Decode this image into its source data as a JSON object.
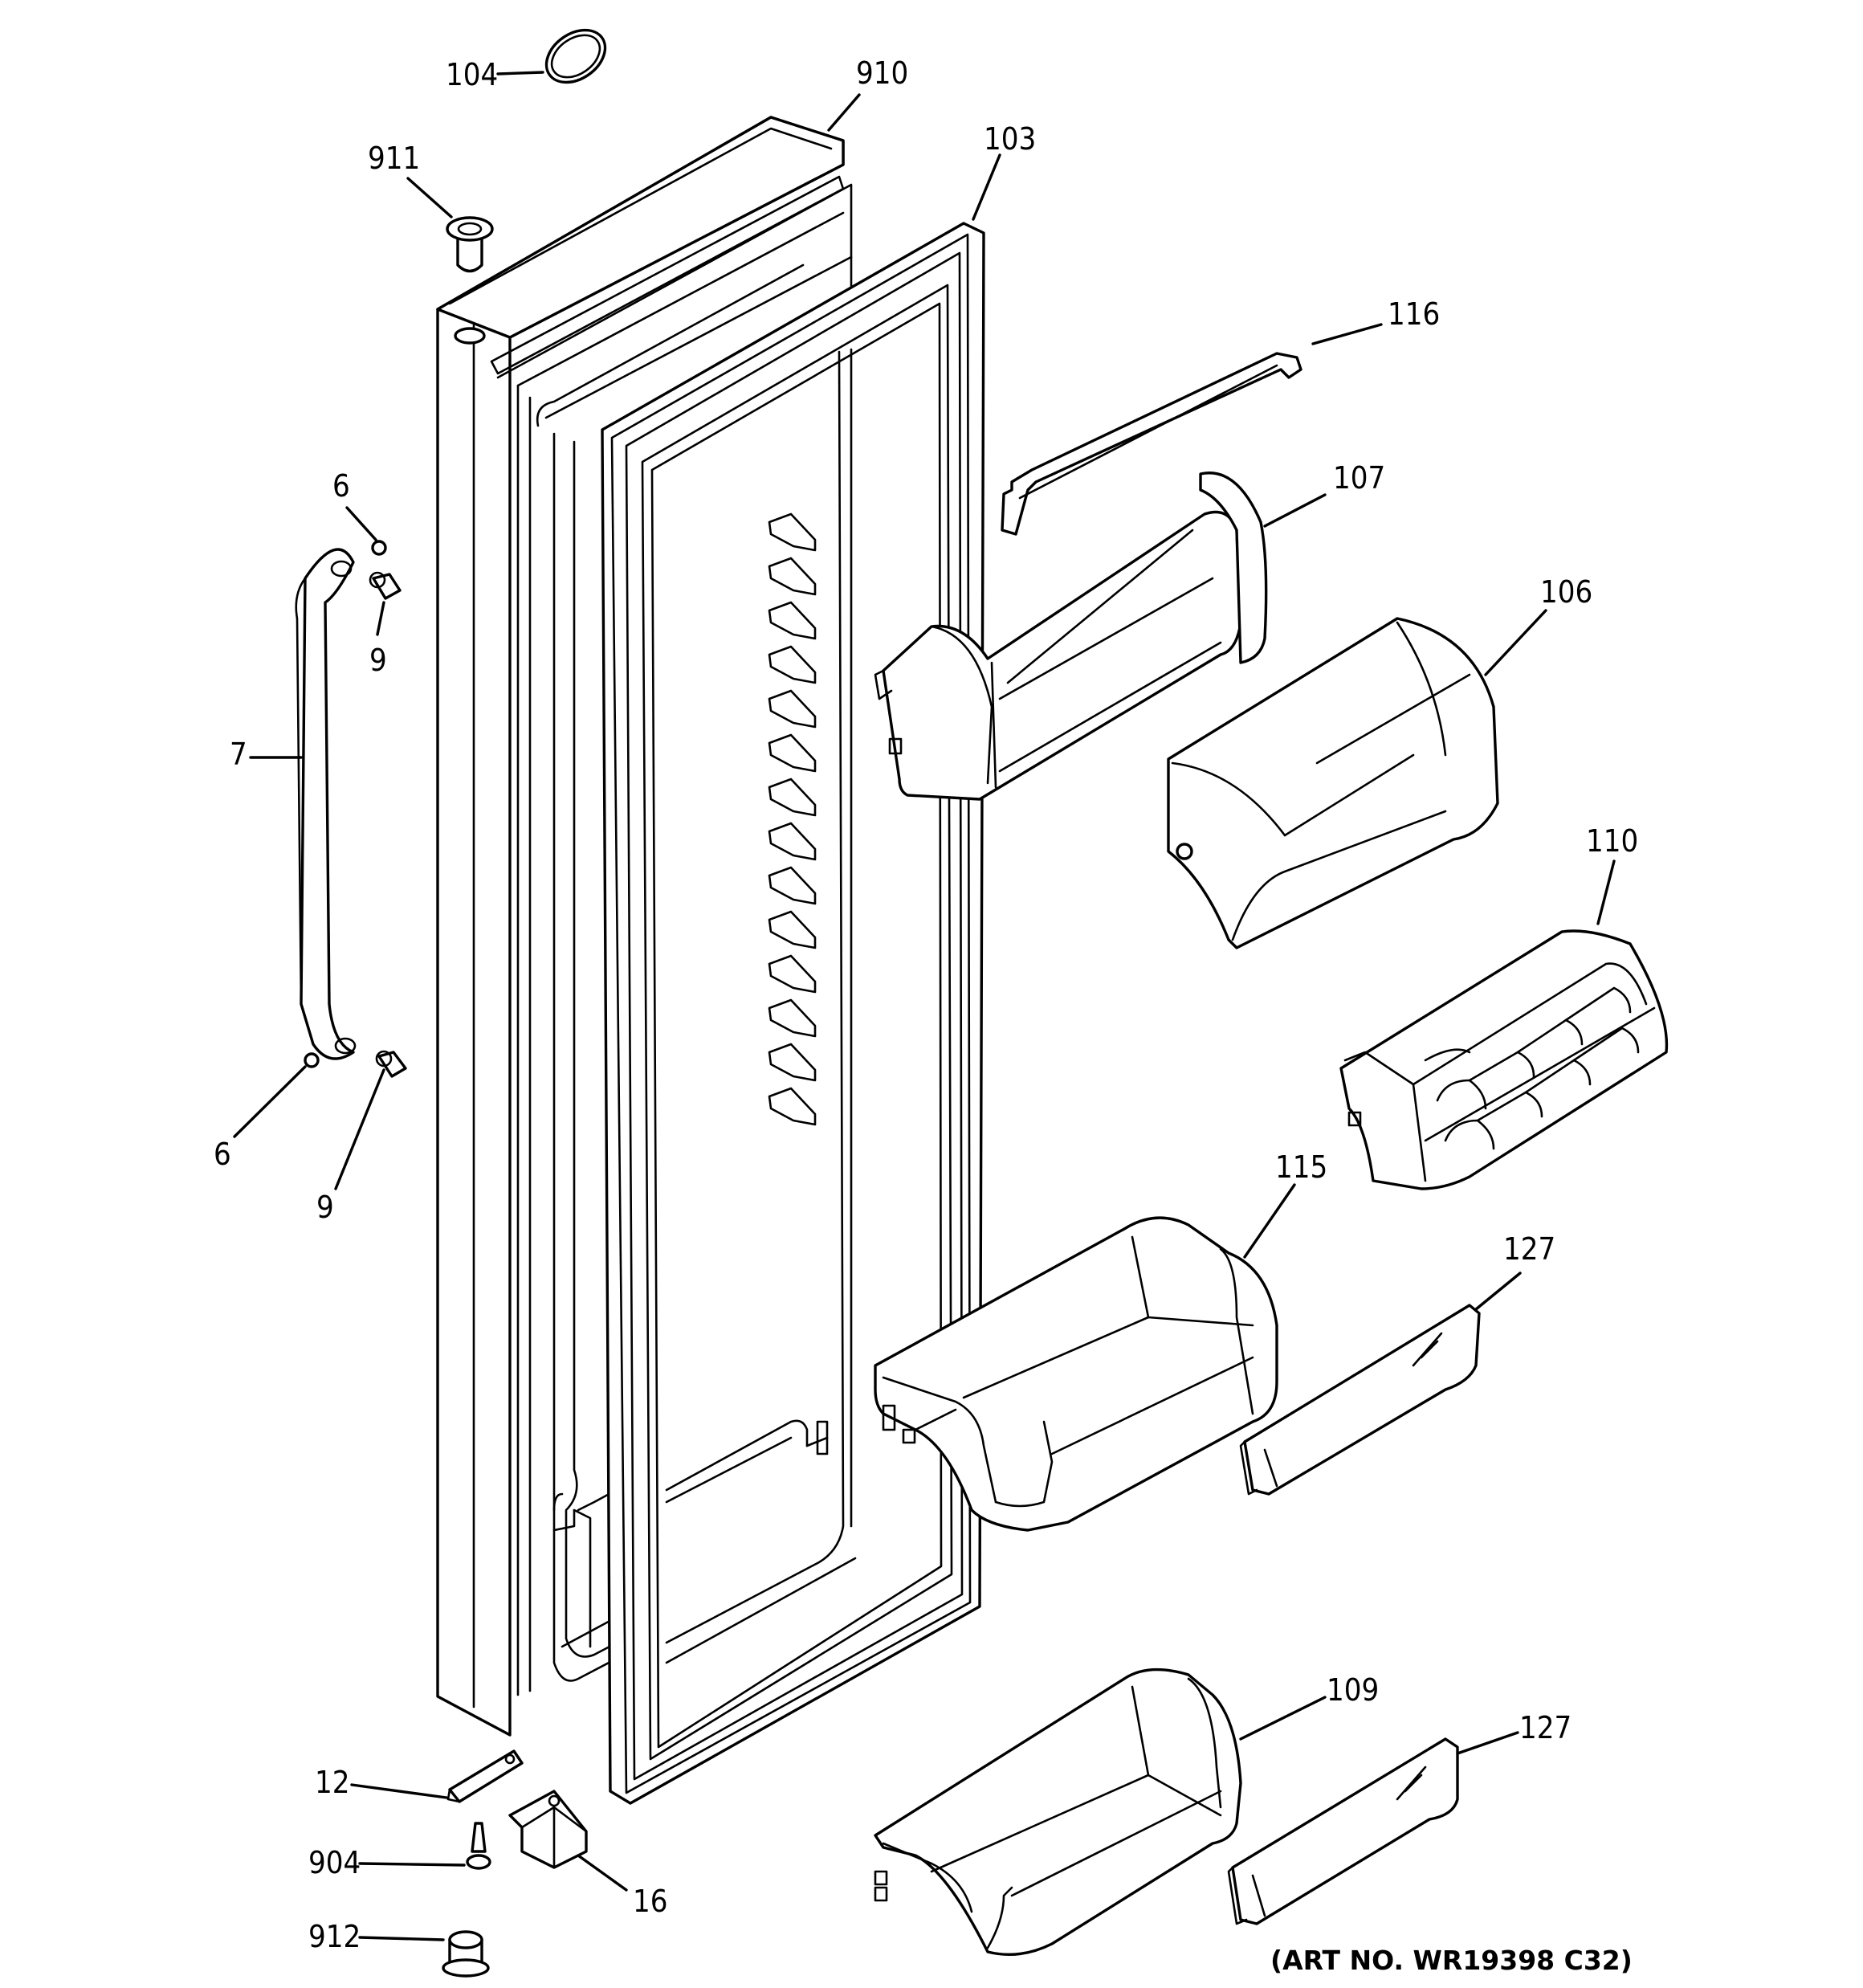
{
  "callouts": {
    "c104": "104",
    "c910": "910",
    "c911": "911",
    "c103": "103",
    "c116": "116",
    "c107": "107",
    "c106": "106",
    "c110": "110",
    "c6_top": "6",
    "c9_top": "9",
    "c7": "7",
    "c6_bottom": "6",
    "c9_bottom": "9",
    "c115": "115",
    "c127_top": "127",
    "c109": "109",
    "c127_bottom": "127",
    "c12": "12",
    "c904": "904",
    "c16": "16",
    "c912": "912"
  },
  "art_number": "(ART NO. WR19398 C32)"
}
